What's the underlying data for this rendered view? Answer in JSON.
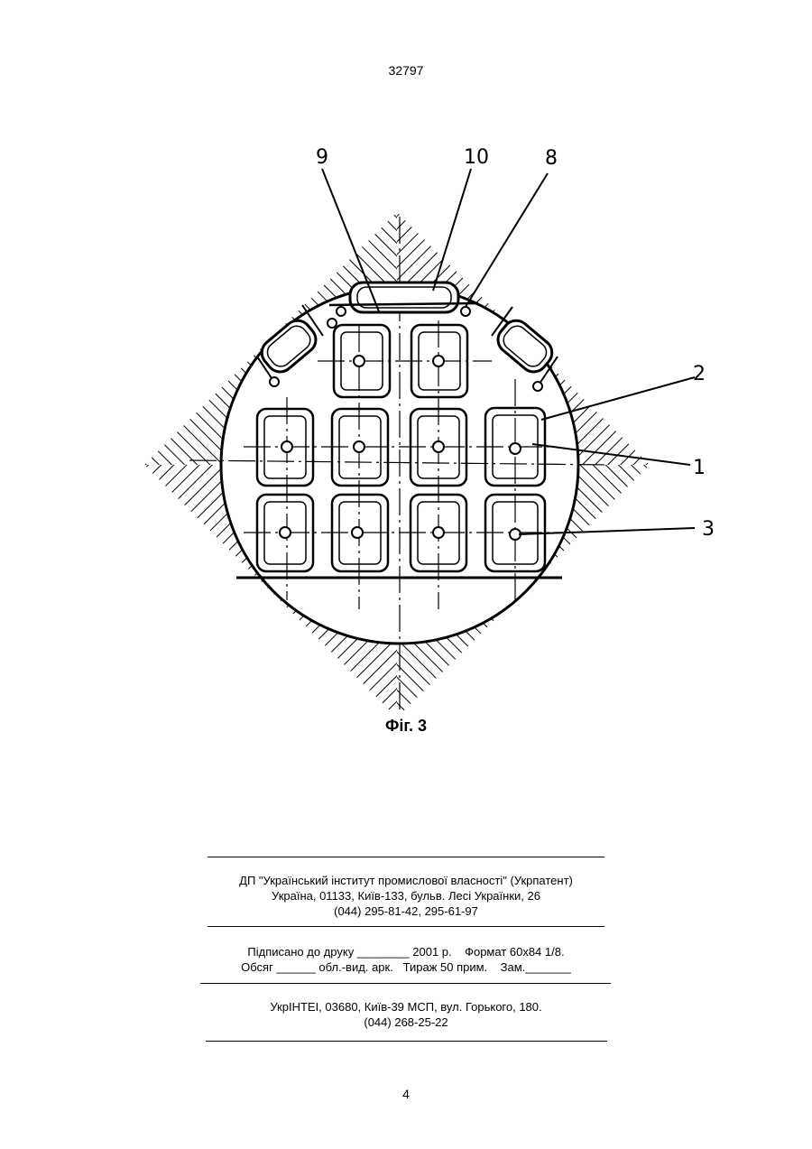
{
  "header": {
    "page_code": "32797"
  },
  "figure": {
    "caption": "Фіг. 3",
    "reference_labels": [
      "9",
      "10",
      "8",
      "2",
      "1",
      "3"
    ]
  },
  "imprint": {
    "publisher": {
      "line1": "ДП \"Український інститут промислової власності\" (Укрпатент)",
      "line2": "Україна, 01133, Київ-133, бульв. Лесі Українки, 26",
      "line3": "(044) 295-81-42, 295-61-97"
    },
    "print_info": {
      "line1": "Підписано до друку ________ 2001 р.    Формат 60х84 1/8.",
      "line2": "Обсяг ______ обл.-вид. арк.   Тираж 50 прим.    Зам._______"
    },
    "printer": {
      "line1": "УкрІНТЕІ, 03680, Київ-39 МСП, вул. Горького, 180.",
      "line2": "(044) 268-25-22"
    }
  },
  "footer": {
    "page_number": "4"
  }
}
